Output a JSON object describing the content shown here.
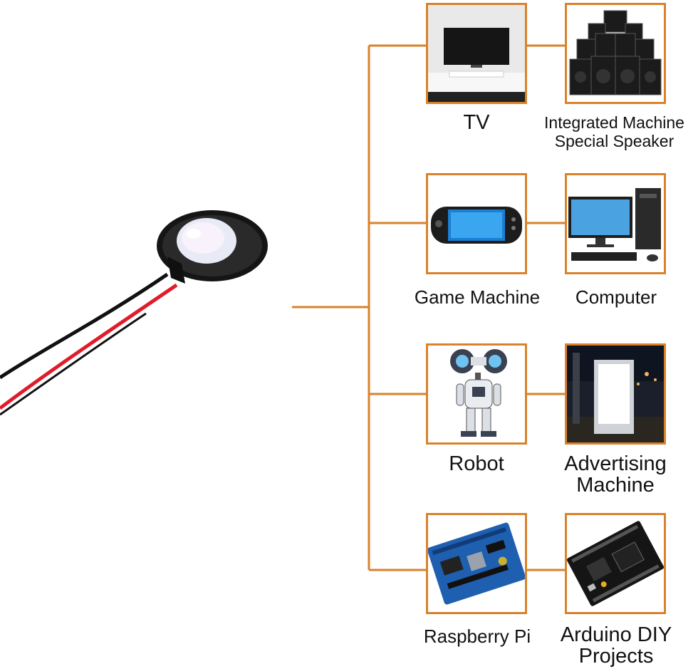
{
  "accent_color": "#d9822b",
  "product": {
    "icon": "mini-speaker-with-wires"
  },
  "applications": [
    {
      "label": "TV",
      "icon": "tv-icon"
    },
    {
      "label": "Integrated Machine Special Speaker",
      "line1": "Integrated Machine",
      "line2": "Special Speaker",
      "icon": "speaker-stack-icon"
    },
    {
      "label": "Game Machine",
      "icon": "handheld-console-icon"
    },
    {
      "label": "Computer",
      "icon": "desktop-computer-icon"
    },
    {
      "label": "Robot",
      "icon": "robot-icon"
    },
    {
      "label": "Advertising Machine",
      "line1": "Advertising",
      "line2": "Machine",
      "icon": "advertising-kiosk-icon"
    },
    {
      "label": "Raspberry Pi",
      "icon": "circuit-board-icon"
    },
    {
      "label": "Arduino DIY Projects",
      "line1": "Arduino DIY",
      "line2": "Projects",
      "icon": "dev-board-icon"
    }
  ]
}
